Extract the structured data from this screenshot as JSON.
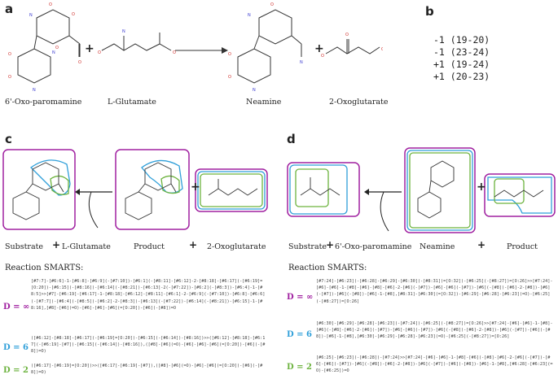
{
  "panels": {
    "a": "a",
    "b": "b",
    "c": "c",
    "d": "d"
  },
  "panel_a": {
    "substrate": "6'-Oxo-paromamine",
    "cosubstrate": "L-Glutamate",
    "product": "Neamine",
    "coproduct": "2-Oxoglutarate",
    "plus": "+"
  },
  "panel_b": {
    "lines": [
      "-1 (19-20)",
      "-1 (23-24)",
      "+1 (19-24)",
      "+1 (20-23)"
    ]
  },
  "panel_c": {
    "substrate_label": "Substrate",
    "cosubstrate_label": "L-Glutamate",
    "product_label": "Product",
    "coproduct_label": "2-Oxoglutarate",
    "plus": "+",
    "smarts_title": "Reaction SMARTS:",
    "rows": [
      {
        "label": "D = ∞",
        "color": "#a020a0",
        "text": "[#7:7]-[#6:6]-1-[#6:8]-[#6:9](-[#7:10])-[#6:1](-[#8:11]-[#6:12]-2-[#8:18]-[#6:17](-[#6:19]=[O:20])-[#6:15](-[#8:16])-[#6:14](-[#8:21])-[#6:13]-2(-[#7:22])-[#6:2](-[#8:3])-[#6:4]-1-[#8:5]>>[#7]-[#6:19]-[#6:17]-1-[#8:18]-[#6:12]-[#8:11]-[#6:1]-2-[#6:9](-[#7:10])-[#6:8]-[#6:6](-[#7:7])-[#6:4](-[#8:5])-[#6:2]-2-[#8:3])-[#6:13](-[#7:22])-[#6:14](-[#8:21])-[#6:15]-1-[#8:16],[#8]-[#6](=O)-[#6]-[#6]-[#6](=[O:20])-[#6](-[#8])=O"
      },
      {
        "label": "D = 6",
        "color": "#2f9fd9",
        "text": "([#6:12]-[#8:18]-[#6:17](-[#6:19]=[O:20])-[#6:15](-[#6:14])-[#8:16])>>([#6:12]-[#8:18]-[#6:17](-[#6:19]-[#7])-[#6:15](-[#6:14])-[#8:16]),([#8]-[#6](=O)-[#6]-[#6]-[#6](=[O:20])-[#6](-[#8])=O)"
      },
      {
        "label": "D = 2",
        "color": "#6db33f",
        "text": "([#6:17]-[#6:19]=[O:20])>>([#6:17]-[#6:19]-[#7]),([#8]-[#6](=O)-[#6]-[#6](=[O:20])-[#6](-[#8])=O)"
      }
    ]
  },
  "panel_d": {
    "substrate_label": "Substrate",
    "cosubstrate_label": "6'-Oxo-paromamine",
    "product_label": "Neamine",
    "coproduct_label": "Product",
    "plus": "+",
    "smarts_title": "Reaction SMARTS:",
    "rows": [
      {
        "label": "D = ∞",
        "color": "#a020a0",
        "text": "[#7:24]-[#6:23](-[#6:28]-[#6:29]-[#6:30](-[#8:31])=[O:32])-[#6:25](-[#8:27])=[O:26]>>[#7:24]-[#6]-[#6]-1-[#8]-[#6]-[#8]-[#6]-2-[#6](-[#7])-[#6]-[#6](-[#7])-[#6](-[#8])-[#6]-2-[#8])-[#6](-[#7])-[#6](-[#8])-[#6]-1-[#8],[#8:31]-[#6:30](=[O:32])-[#6:29]-[#6:28]-[#6:23](=O)-[#6:25](-[#8:27])=[O:26]"
      },
      {
        "label": "D = 6",
        "color": "#2f9fd9",
        "text": "[#6:30]-[#6:29]-[#6:28]-[#6:23](-[#7:24])-[#6:25](-[#8:27])=[O:26]>>[#7:24]-[#6]-[#6]-1-[#8]-[#6](-[#8]-[#6]-2-[#6](-[#7])-[#6]-[#6](-[#7])-[#6](-[#8])-[#6]-2-[#8])-[#6](-[#7])-[#6](-[#8])-[#6]-1-[#8],[#6:30]-[#6:29]-[#6:28]-[#6:23](=O)-[#6:25](-[#8:27])=[O:26]"
      },
      {
        "label": "D = 2",
        "color": "#6db33f",
        "text": "[#6:25]-[#6:23](-[#6:28])-[#7:24]>>[#7:24]-[#6]-[#6]-1-[#8]-[#6](-[#8]-[#6]-2-[#6](-[#7])-[#6]-[#6](-[#7])-[#6](-[#8])-[#6]-2-[#8])-[#6](-[#7])-[#6](-[#8])-[#6]-1-[#8],[#6:28]-[#6:23](=O)-[#6:25])=O"
      }
    ]
  },
  "colors": {
    "purple": "#a020a0",
    "blue": "#2f9fd9",
    "green": "#6db33f",
    "heteroatom_red": "#d0312d",
    "heteroatom_blue": "#3a3ad0"
  }
}
